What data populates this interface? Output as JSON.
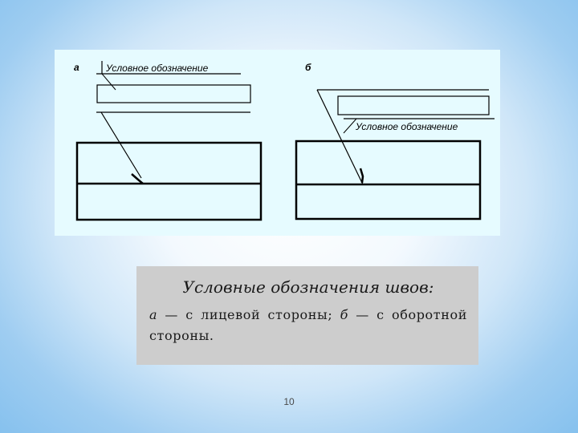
{
  "figure": {
    "panel_a": {
      "letter": "а",
      "label": "Условное обозначение"
    },
    "panel_b": {
      "letter": "б",
      "label": "Условное обозначение"
    }
  },
  "caption": {
    "title": "Условные обозначения швов:",
    "a_letter": "а",
    "a_text": " — с лицевой стороны; ",
    "b_letter": "б",
    "b_text": " — с оборотной стороны."
  },
  "page_number": "10",
  "colors": {
    "figure_background": "#e6fbff",
    "caption_background": "#cdcdcd",
    "line": "#000000"
  }
}
